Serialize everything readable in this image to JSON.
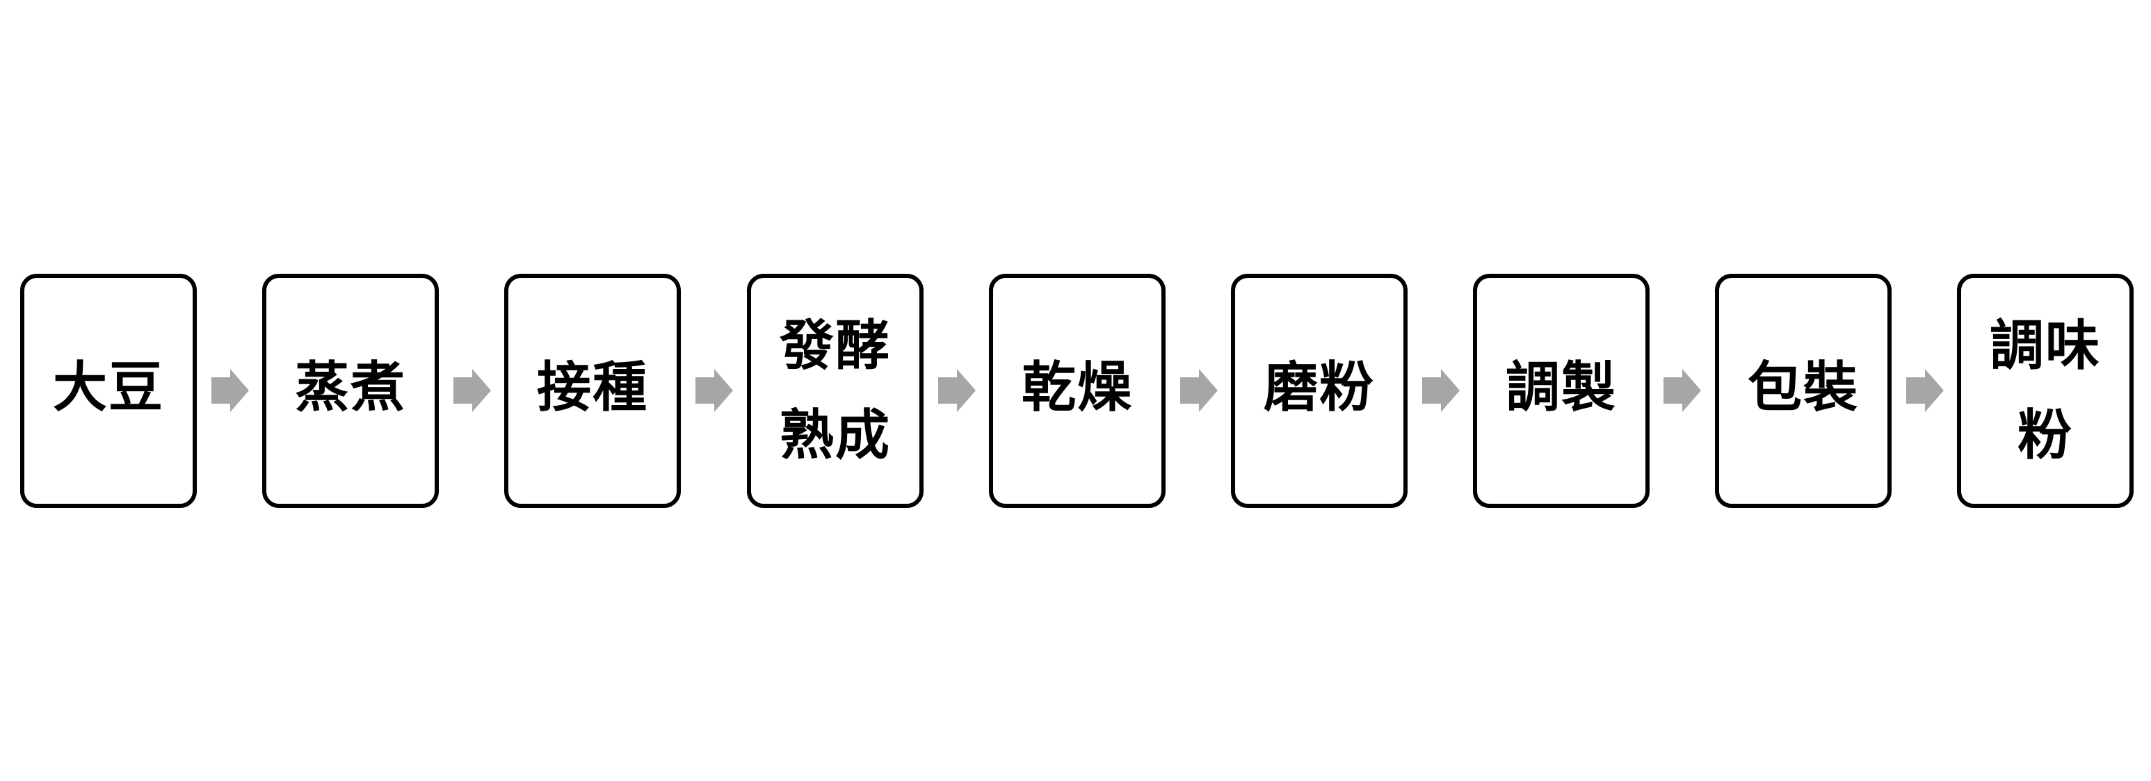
{
  "diagram": {
    "type": "process-flow",
    "direction": "left-to-right",
    "colors": {
      "box_border": "#000000",
      "box_fill": "#ffffff",
      "text": "#000000",
      "arrow": "#a6a6a6",
      "background": "#ffffff"
    },
    "steps": [
      {
        "lines": [
          "大豆"
        ]
      },
      {
        "lines": [
          "蒸煮"
        ]
      },
      {
        "lines": [
          "接種"
        ]
      },
      {
        "lines": [
          "發酵",
          "熟成"
        ]
      },
      {
        "lines": [
          "乾燥"
        ]
      },
      {
        "lines": [
          "磨粉"
        ]
      },
      {
        "lines": [
          "調製"
        ]
      },
      {
        "lines": [
          "包裝"
        ]
      },
      {
        "lines": [
          "調味",
          "粉"
        ]
      }
    ],
    "connector_icon": "right-arrow-icon"
  }
}
